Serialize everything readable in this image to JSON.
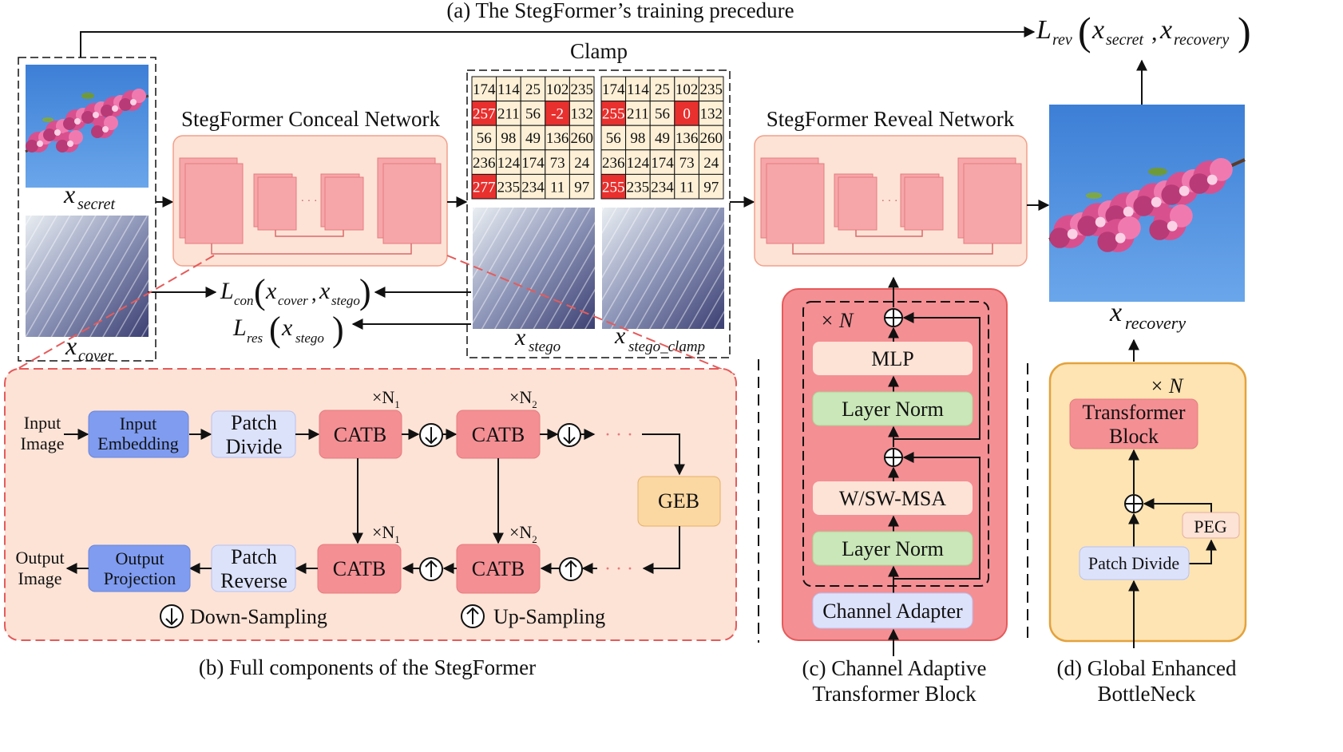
{
  "titles": {
    "top": "(a) The StegFormer’s training precedure",
    "clamp": "Clamp",
    "conceal_network": "StegFormer Conceal Network",
    "reveal_network": "StegFormer Reveal Network",
    "b": "(b) Full components of the StegFormer",
    "c_line1": "(c) Channel Adaptive",
    "c_line2": "Transformer Block",
    "d_line1": "(d) Global Enhanced",
    "d_line2": "BottleNeck"
  },
  "math": {
    "x": "x",
    "L": "L",
    "secret": "secret",
    "cover": "cover",
    "stego": "stego",
    "stego_clamp": "stego_clamp",
    "recovery": "recovery",
    "rev": "rev",
    "con": "con",
    "res": "res",
    "lparen": "(",
    "rparen": ")",
    "comma": ","
  },
  "clamp_grid_left": [
    [
      "174",
      "114",
      "25",
      "102",
      "235"
    ],
    [
      "257",
      "211",
      "56",
      "-2",
      "132"
    ],
    [
      "56",
      "98",
      "49",
      "136",
      "260"
    ],
    [
      "236",
      "124",
      "174",
      "73",
      "24"
    ],
    [
      "277",
      "235",
      "234",
      "11",
      "97"
    ]
  ],
  "clamp_grid_right": [
    [
      "174",
      "114",
      "25",
      "102",
      "235"
    ],
    [
      "255",
      "211",
      "56",
      "0",
      "132"
    ],
    [
      "56",
      "98",
      "49",
      "136",
      "260"
    ],
    [
      "236",
      "124",
      "174",
      "73",
      "24"
    ],
    [
      "255",
      "235",
      "234",
      "11",
      "97"
    ]
  ],
  "highlight_cells": [
    [
      1,
      0
    ],
    [
      1,
      3
    ],
    [
      4,
      0
    ]
  ],
  "components": {
    "input_image_1": "Input",
    "input_image_2": "Image",
    "input_embedding_1": "Input",
    "input_embedding_2": "Embedding",
    "patch_divide_1": "Patch",
    "patch_divide_2": "Divide",
    "catb": "CATB",
    "times_n1": "×N",
    "times_n2": "×N",
    "sub1": "1",
    "sub2": "2",
    "geb": "GEB",
    "output_image_1": "Output",
    "output_image_2": "Image",
    "output_projection_1": "Output",
    "output_projection_2": "Projection",
    "patch_reverse_1": "Patch",
    "patch_reverse_2": "Reverse",
    "down_sampling": "Down-Sampling",
    "up_sampling": "Up-Sampling",
    "dots": "· · ·"
  },
  "catb_block": {
    "times_n": "× N",
    "mlp": "MLP",
    "layer_norm": "Layer Norm",
    "msa": "W/SW-MSA",
    "channel_adapter": "Channel Adapter"
  },
  "geb_block": {
    "times_n": "× N",
    "transformer_1": "Transformer",
    "transformer_2": "Block",
    "peg": "PEG",
    "patch_divide": "Patch Divide"
  },
  "colors": {
    "peach_panel": "#fde3d6",
    "red_border": "#e55b5b",
    "pink_block": "#f6a6a9",
    "catb_fill": "#f48f94",
    "blue_fill": "#7f9cf0",
    "lavender": "#dde2fb",
    "green": "#c9e7b8",
    "orange_fill": "#fbd7a2",
    "geb_panel": "#fde4b2",
    "geb_border": "#e4a23d",
    "grid_cell": "#fdf0d6",
    "grid_red": "#e8302e"
  }
}
